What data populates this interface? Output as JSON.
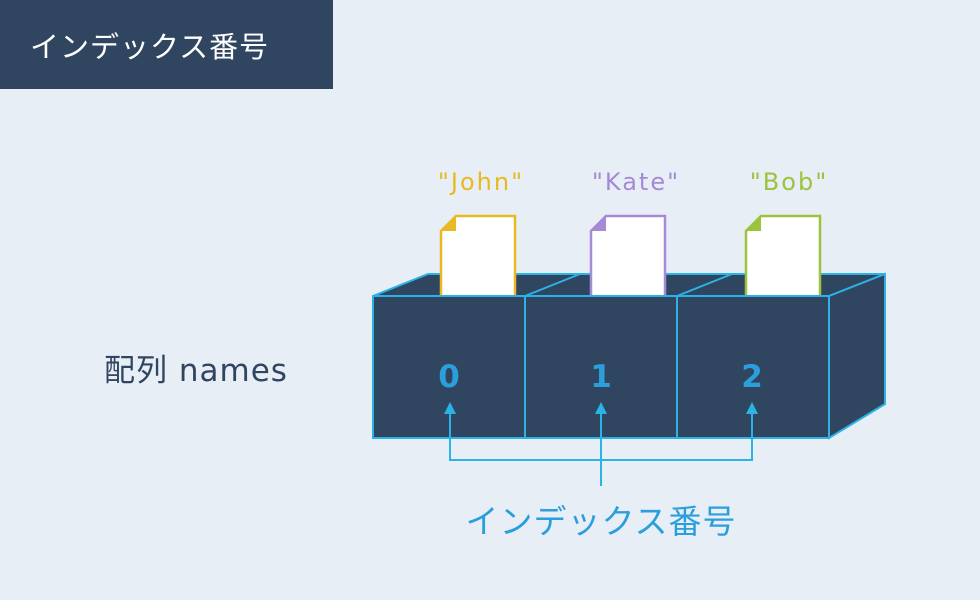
{
  "title": "インデックス番号",
  "array_label": "配列 names",
  "items": [
    {
      "value": "\"John\"",
      "index": "0",
      "color": "#e8b923"
    },
    {
      "value": "\"Kate\"",
      "index": "1",
      "color": "#a58ad4"
    },
    {
      "value": "\"Bob\"",
      "index": "2",
      "color": "#9bc33b"
    }
  ],
  "index_caption": "インデックス番号",
  "colors": {
    "box_fill": "#304660",
    "box_stroke": "#2ab3e6",
    "index_text": "#2a9fdc",
    "caption_text": "#2a9fdc",
    "background": "#e8eef6"
  }
}
